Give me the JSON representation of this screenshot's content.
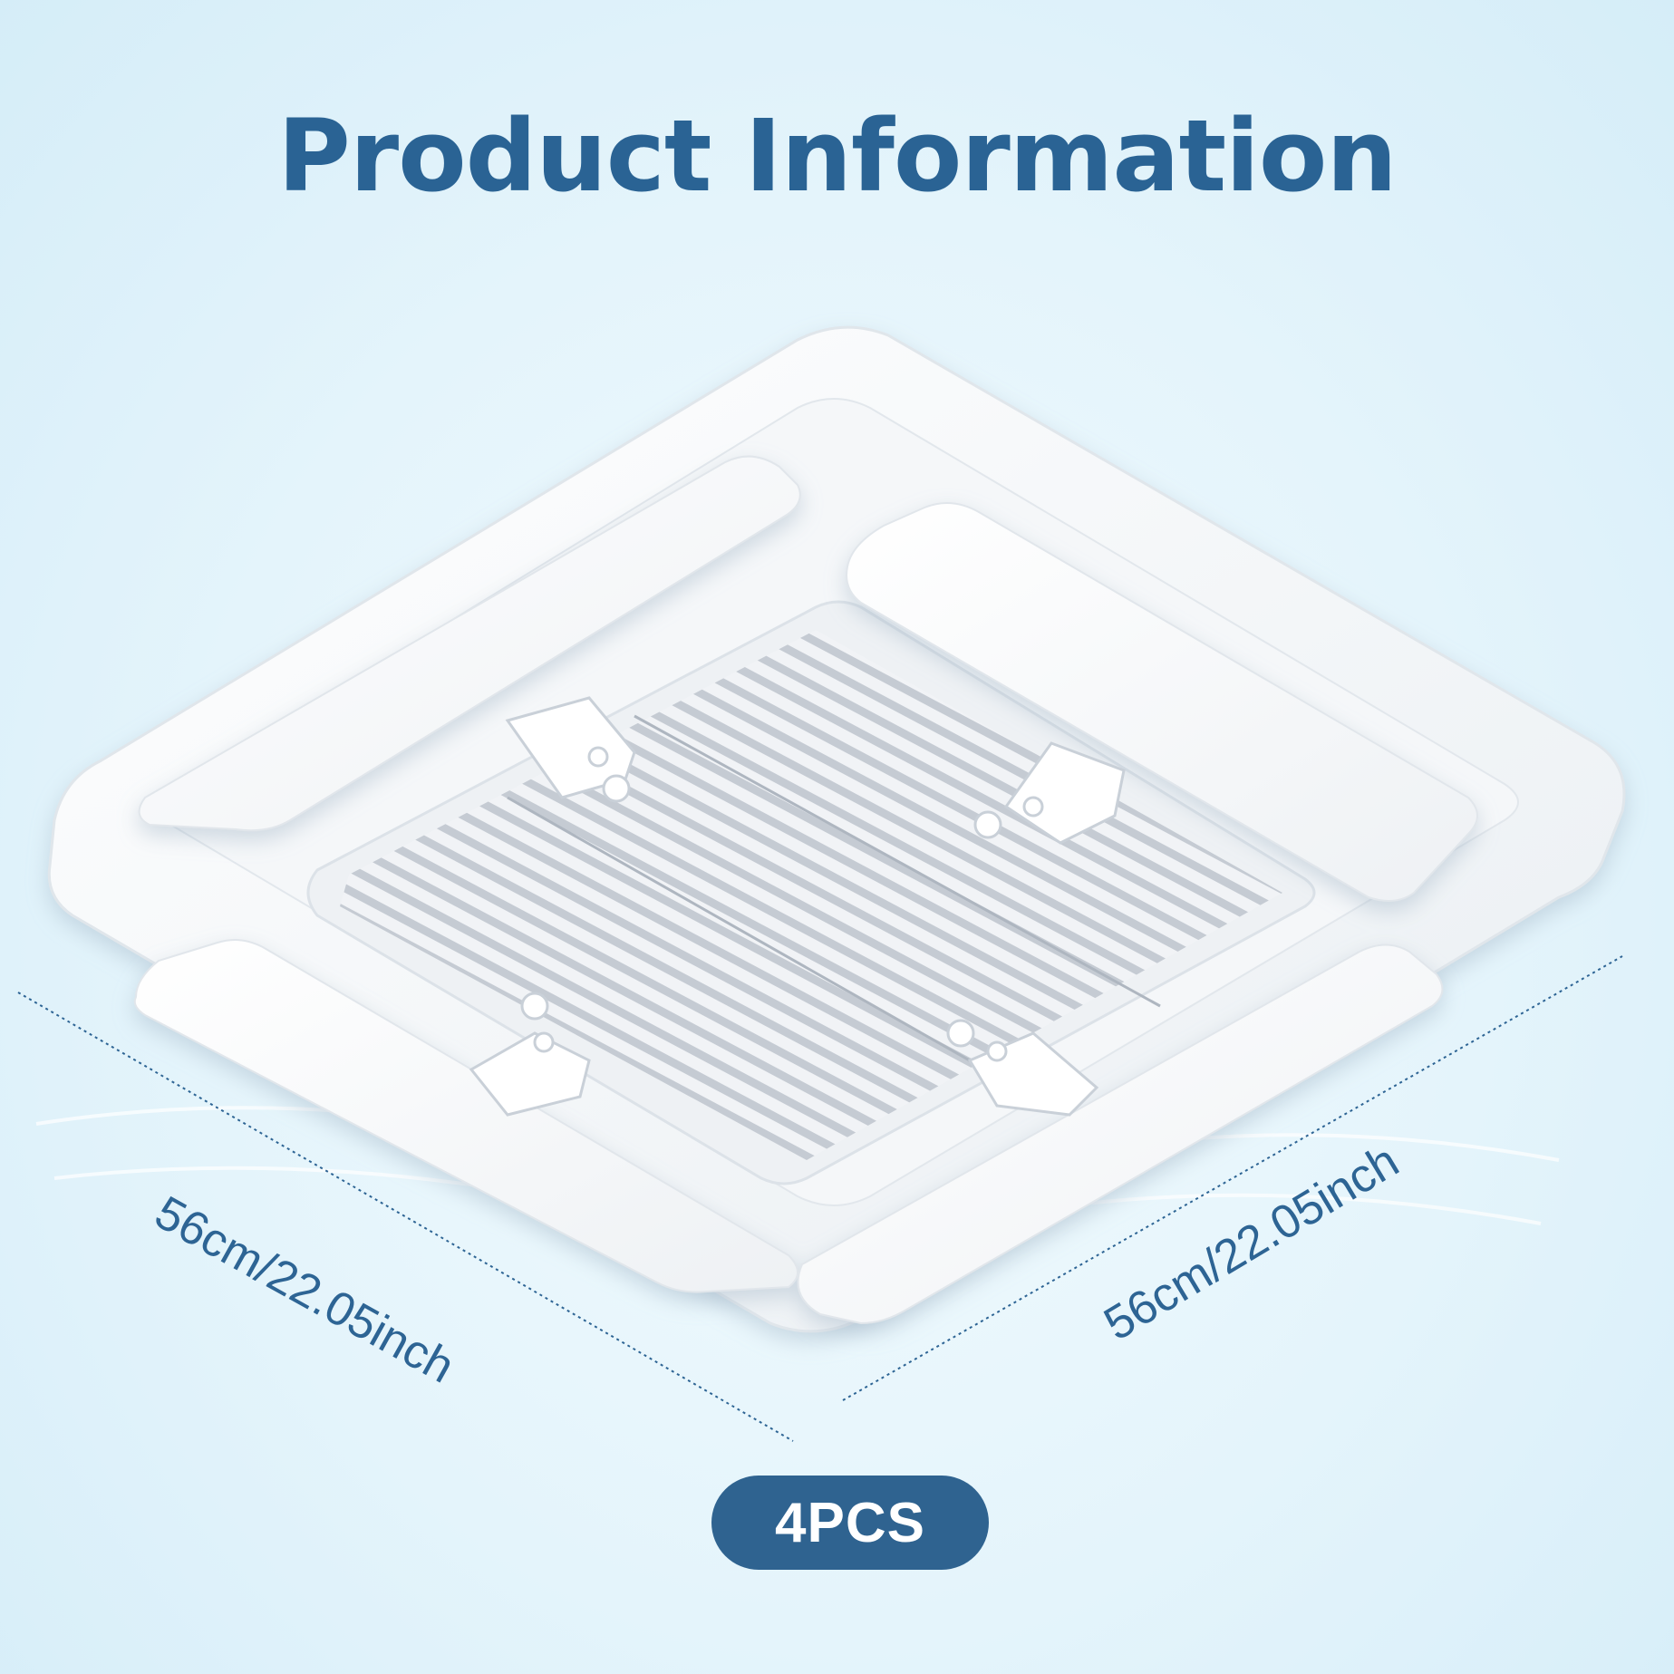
{
  "title": "Product Information",
  "dimensions": {
    "left": "56cm/22.05inch",
    "right": "56cm/22.05inch"
  },
  "badge": "4PCS",
  "product_icon": "ceiling-air-conditioner-deflector-icon",
  "colors": {
    "title": "#2a6394",
    "badge_background": "#2f6390",
    "badge_text": "#ffffff",
    "background": "#e4f4fb"
  }
}
